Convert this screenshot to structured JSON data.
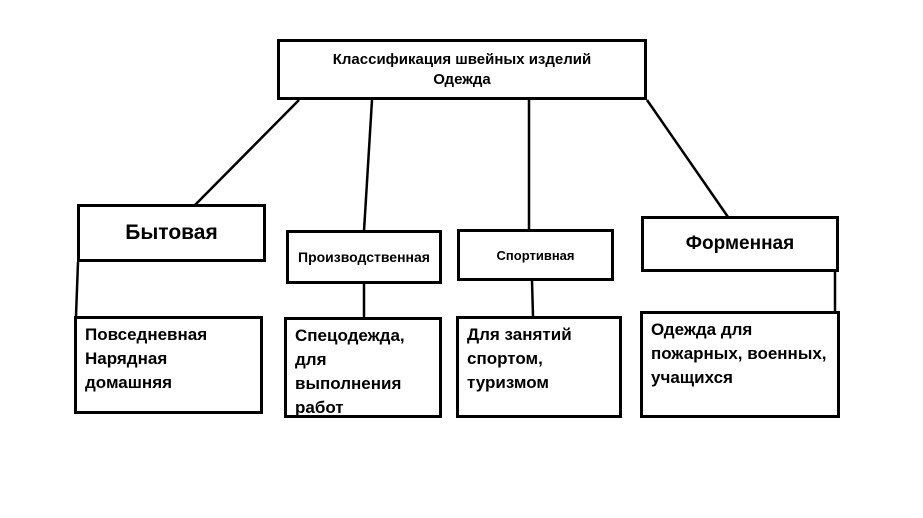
{
  "root": {
    "title": "Классификация швейных изделий",
    "subtitle": "Одежда"
  },
  "categories": [
    {
      "label": "Бытовая",
      "details": [
        "Повседневная",
        "Нарядная",
        "домашняя"
      ]
    },
    {
      "label": "Производственная",
      "details": [
        "Спецодежда,",
        "для",
        "выполнения",
        "работ"
      ]
    },
    {
      "label": "Спортивная",
      "details": [
        "Для занятий",
        "спортом,",
        "туризмом"
      ]
    },
    {
      "label": "Форменная",
      "details": [
        "Одежда для",
        "пожарных, военных,",
        "учащихся"
      ]
    }
  ]
}
